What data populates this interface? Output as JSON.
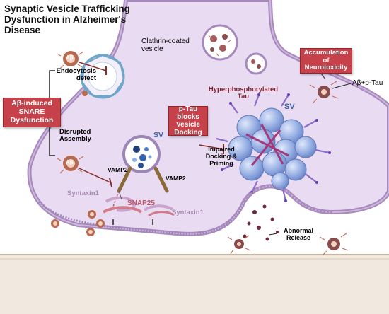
{
  "title": "Synaptic Vesicle Trafficking Dysfunction in Alzheimer's Disease",
  "labels": {
    "clathrin": "Clathrin-coated vesicle",
    "endocytosis": "Endocytosis defect",
    "abeta_snare": "Aβ-induced SNARE Dysfunction",
    "disrupted": "Disrupted Assembly",
    "sv_center": "SV",
    "sv_cluster": "SV",
    "vamp2_left": "VAMP2",
    "vamp2_right": "VAMP2",
    "syntaxin_left": "Syntaxin1",
    "syntaxin_right": "Syntaxin1",
    "snap25": "SNAP25",
    "ptau_blocks": "p-Tau blocks Vesicle Docking",
    "hyperphos": "Hyperphosphorylated Tau",
    "impaired": "Impaired Docking & Priming",
    "accumulation": "Accumulation of Neurotoxicity",
    "abeta_ptau": "Aβ+p-Tau",
    "abnormal": "Abnormal Release",
    "abeta_tag1": "Aβ",
    "abeta_tag2": "Aβ"
  },
  "colors": {
    "membrane": "#9d7fb3",
    "terminal_fill": "#efe4f6",
    "red_box": "#c6414a",
    "vesicle_blue": "#8fa7dd",
    "tau": "#8d6cc8",
    "abeta": "#c47a5a",
    "postsynaptic": "#e8dccd"
  },
  "icons": [
    "amyloid-plaque-icon",
    "tau-filament-icon",
    "clathrin-vesicle-icon",
    "synaptic-vesicle-icon"
  ]
}
